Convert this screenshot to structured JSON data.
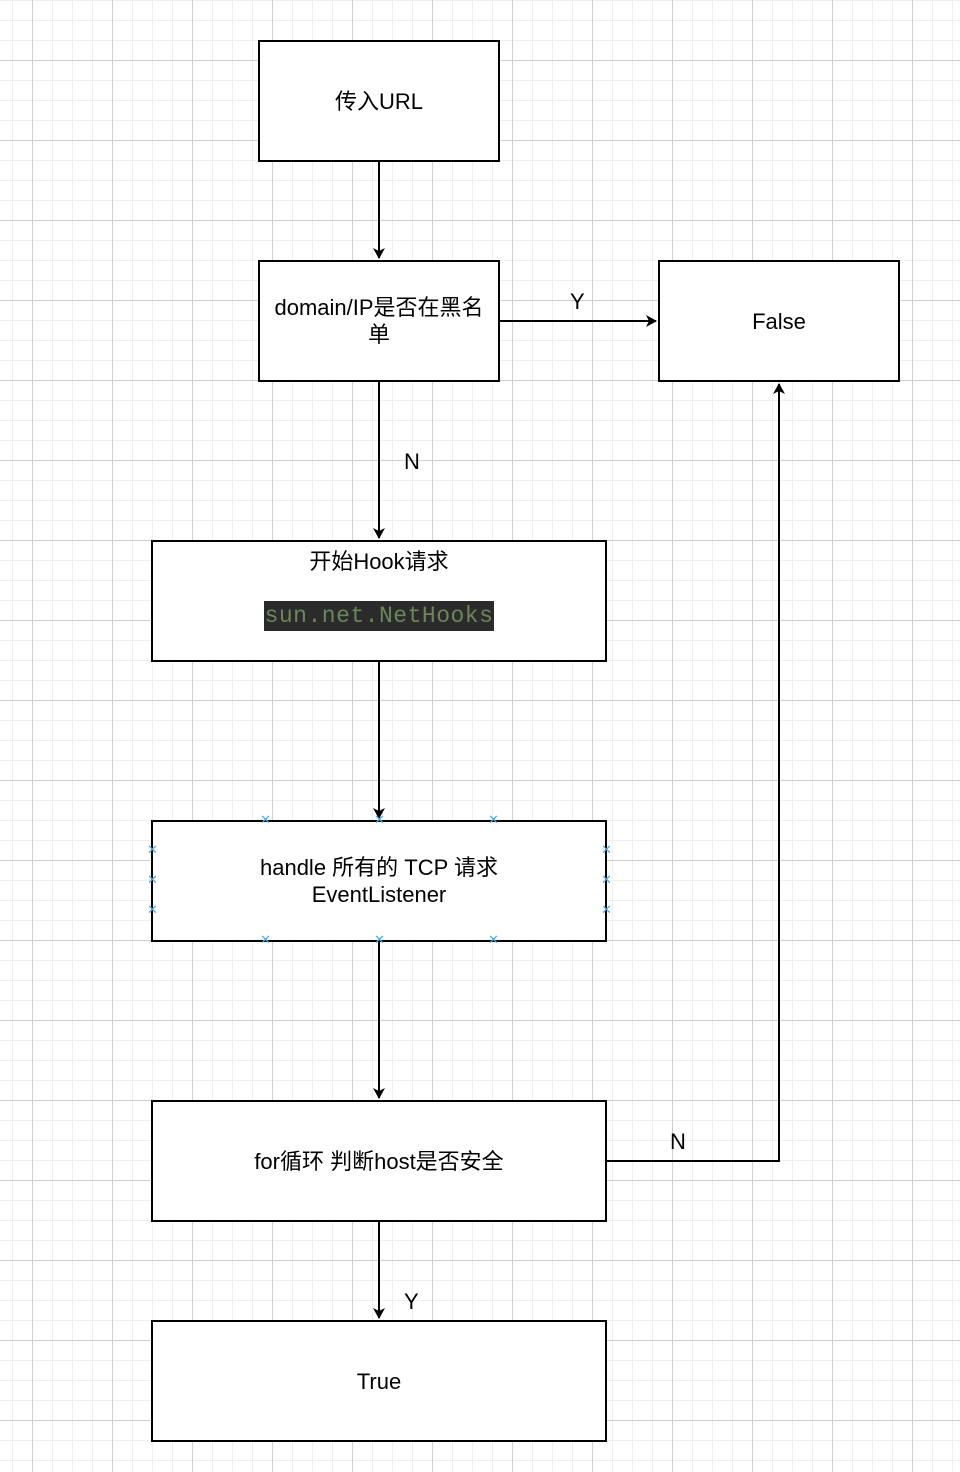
{
  "nodes": {
    "start": "传入URL",
    "blacklist": "domain/IP是否在黑名单",
    "false": "False",
    "hook_title": "开始Hook请求",
    "hook_code": "sun.net.NetHooks",
    "handle_line1": "handle 所有的 TCP 请求",
    "handle_line2": "EventListener",
    "for_loop": "for循环 判断host是否安全",
    "true": "True"
  },
  "edges": {
    "blacklist_yes": "Y",
    "blacklist_no": "N",
    "for_no": "N",
    "for_yes": "Y"
  },
  "colors": {
    "code_bg": "#2b2b2b",
    "code_text": "#6a8759",
    "selection_marker": "#4ea7e8"
  }
}
